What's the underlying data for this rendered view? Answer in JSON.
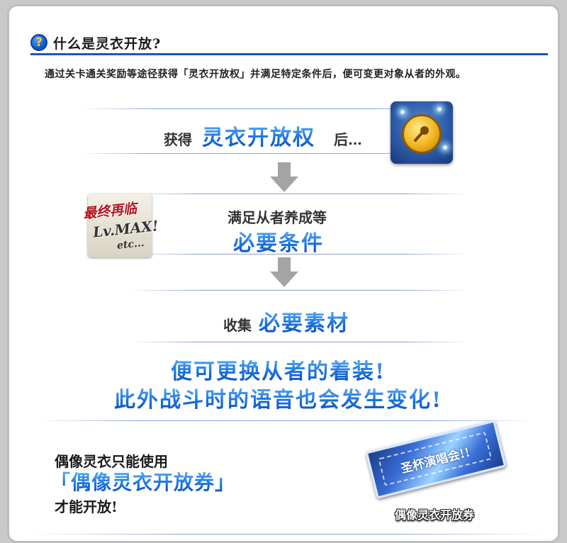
{
  "header": {
    "question_icon": "?",
    "title": "什么是灵衣开放?"
  },
  "intro": "通过关卡通关奖励等途径获得「灵衣开放权」并满足特定条件后，便可变更对象从者的外观。",
  "step1": {
    "prefix": "获得",
    "highlight": "灵衣开放权",
    "suffix": "后…",
    "icon": "microphone-medal-icon"
  },
  "step2": {
    "line1": "满足从者养成等",
    "highlight": "必要条件",
    "badge": {
      "line1": "最终再临",
      "line2": "Lv.MAX!",
      "line3": "etc..."
    }
  },
  "step3": {
    "prefix": "收集",
    "highlight": "必要素材"
  },
  "result": {
    "line1": "便可更换从者的着装!",
    "line2": "此外战斗时的语音也会发生变化!"
  },
  "idol": {
    "line1": "偶像灵衣只能使用",
    "line2": "「偶像灵衣开放券」",
    "line3": "才能开放!",
    "ticket_text": "圣杯演唱会!!",
    "ticket_caption": "偶像灵衣开放券"
  },
  "colors": {
    "accent_blue": "#1b55c6",
    "highlight_blue": "#2b8af0",
    "badge_red": "#b3141c",
    "arrow_gray": "#a4a4a4"
  }
}
